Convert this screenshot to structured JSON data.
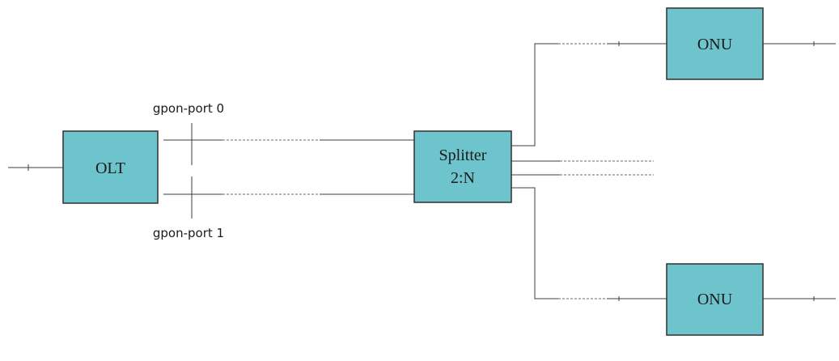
{
  "diagram": {
    "olt": {
      "label": "OLT"
    },
    "splitter": {
      "label_line1": "Splitter",
      "label_line2": "2:N"
    },
    "onu_top": {
      "label": "ONU"
    },
    "onu_bottom": {
      "label": "ONU"
    },
    "ports": {
      "port0": "gpon-port 0",
      "port1": "gpon-port 1"
    }
  },
  "colors": {
    "box_fill": "#6ec4cc",
    "box_stroke": "#3a3a3a",
    "line": "#3c3c3c"
  }
}
